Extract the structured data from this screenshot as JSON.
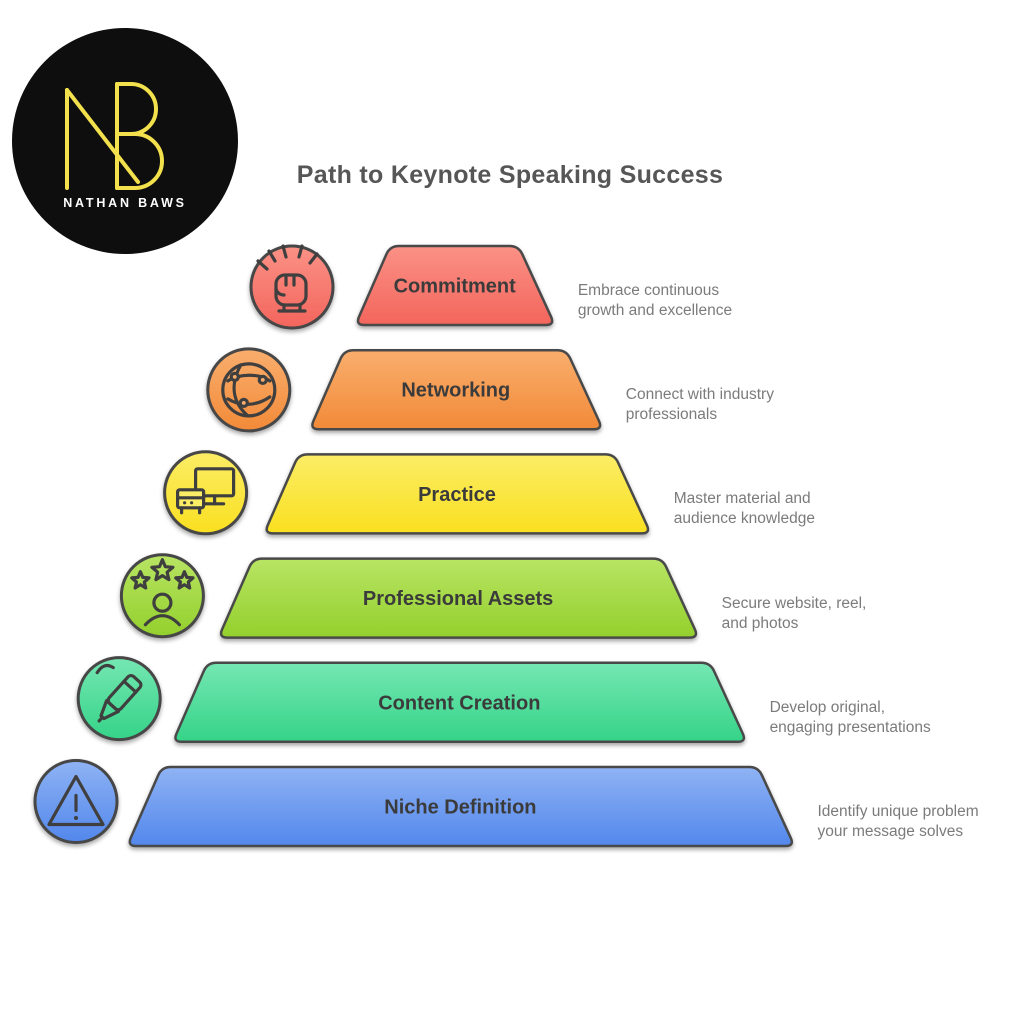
{
  "logo": {
    "monogram": "NB",
    "name": "NATHAN BAWS",
    "bg": "#0e0e0e",
    "accent": "#F2E14C",
    "text_color": "#ffffff"
  },
  "title": "Path to Keynote Speaking Success",
  "levels": [
    {
      "label": "Commitment",
      "description": "Embrace continuous\ngrowth and excellence",
      "icon": "fist-icon",
      "color": "#F3655C",
      "color_light": "#FB9186"
    },
    {
      "label": "Networking",
      "description": "Connect with industry\nprofessionals",
      "icon": "network-globe-icon",
      "color": "#F28A38",
      "color_light": "#F9AE6E"
    },
    {
      "label": "Practice",
      "description": "Master material and\naudience knowledge",
      "icon": "presentation-screen-icon",
      "color": "#FADF20",
      "color_light": "#FBED66"
    },
    {
      "label": "Professional Assets",
      "description": "Secure website, reel,\nand photos",
      "icon": "star-person-icon",
      "color": "#93D02C",
      "color_light": "#B8E464"
    },
    {
      "label": "Content Creation",
      "description": "Develop original,\nengaging presentations",
      "icon": "pen-icon",
      "color": "#35D388",
      "color_light": "#75E7B2"
    },
    {
      "label": "Niche Definition",
      "description": "Identify unique problem\nyour message solves",
      "icon": "warning-triangle-icon",
      "color": "#5287EC",
      "color_light": "#8FB3F4"
    }
  ],
  "styles": {
    "label_color": "#3b3b3b",
    "desc_color": "#7b7b7b",
    "outline": "#4a4a4a",
    "icon_stroke": "#3f3f3f",
    "title_color": "#565656"
  }
}
